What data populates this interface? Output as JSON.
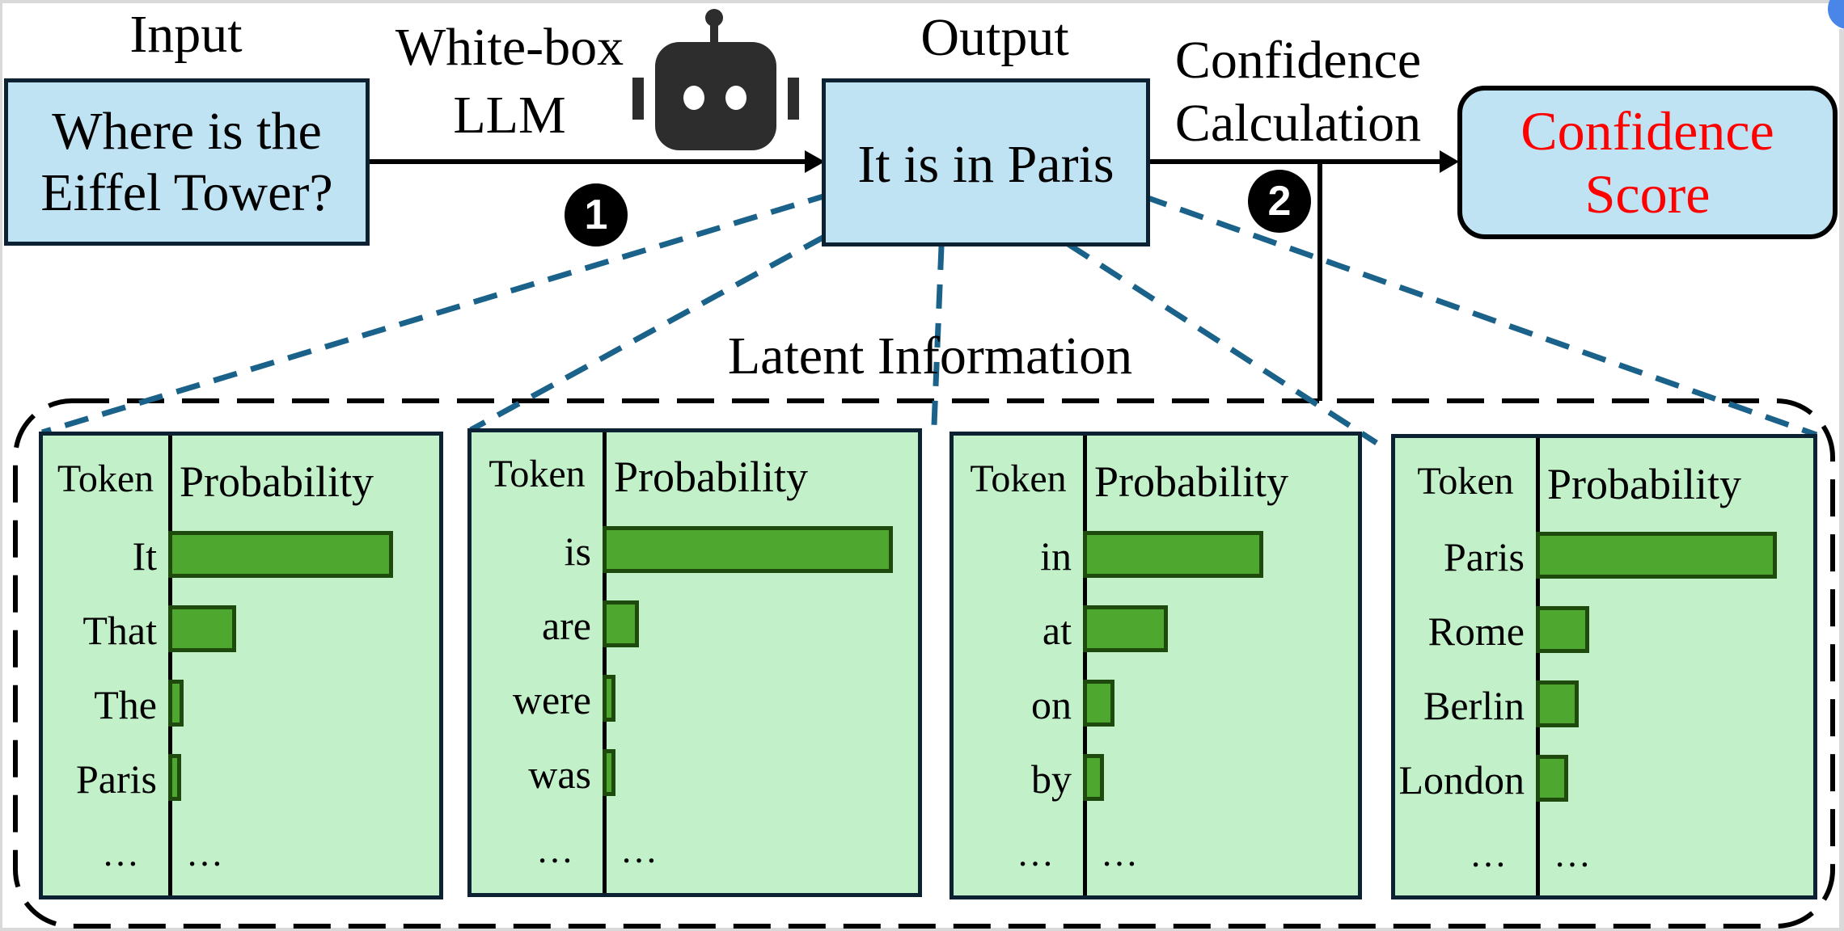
{
  "labels": {
    "input": "Input",
    "model": "White-box\nLLM",
    "model_line1": "White-box",
    "model_line2": "LLM",
    "output": "Output",
    "confidence_calc_line1": "Confidence",
    "confidence_calc_line2": "Calculation",
    "latent": "Latent Information"
  },
  "boxes": {
    "input_line1": "Where is the",
    "input_line2": "Eiffel Tower?",
    "output_text": "It is in Paris",
    "score_line1": "Confidence",
    "score_line2": "Score"
  },
  "steps": {
    "step1": "1",
    "step2": "2"
  },
  "colors": {
    "box_fill": "#c0e3f4",
    "panel_fill": "#c2f0c8",
    "bar_fill": "#4ea72e",
    "bar_stroke": "#1f4a0e",
    "score_text": "#ff0000",
    "connector_dash": "#1a6289"
  },
  "icons": {
    "robot": "robot-icon"
  },
  "chart_data": {
    "type": "bar",
    "orientation": "horizontal",
    "title": "Latent Information",
    "xlabel": "Probability",
    "ylabel": "Token",
    "xlim": [
      0,
      1
    ],
    "panels": [
      {
        "position_token": "It",
        "header_token": "Token",
        "header_prob": "Probability",
        "categories": [
          "It",
          "That",
          "The",
          "Paris"
        ],
        "values": [
          0.86,
          0.26,
          0.06,
          0.04
        ],
        "ellipsis_token": "…",
        "ellipsis_prob": "…"
      },
      {
        "position_token": "is",
        "header_token": "Token",
        "header_prob": "Probability",
        "categories": [
          "is",
          "are",
          "were",
          "was"
        ],
        "values": [
          0.95,
          0.12,
          0.04,
          0.04
        ],
        "ellipsis_token": "…",
        "ellipsis_prob": "…"
      },
      {
        "position_token": "in",
        "header_token": "Token",
        "header_prob": "Probability",
        "categories": [
          "in",
          "at",
          "on",
          "by"
        ],
        "values": [
          0.68,
          0.32,
          0.12,
          0.08
        ],
        "ellipsis_token": "…",
        "ellipsis_prob": "…"
      },
      {
        "position_token": "Paris",
        "header_token": "Token",
        "header_prob": "Probability",
        "categories": [
          "Paris",
          "Rome",
          "Berlin",
          "London"
        ],
        "values": [
          0.9,
          0.2,
          0.16,
          0.12
        ],
        "ellipsis_token": "…",
        "ellipsis_prob": "…"
      }
    ]
  }
}
